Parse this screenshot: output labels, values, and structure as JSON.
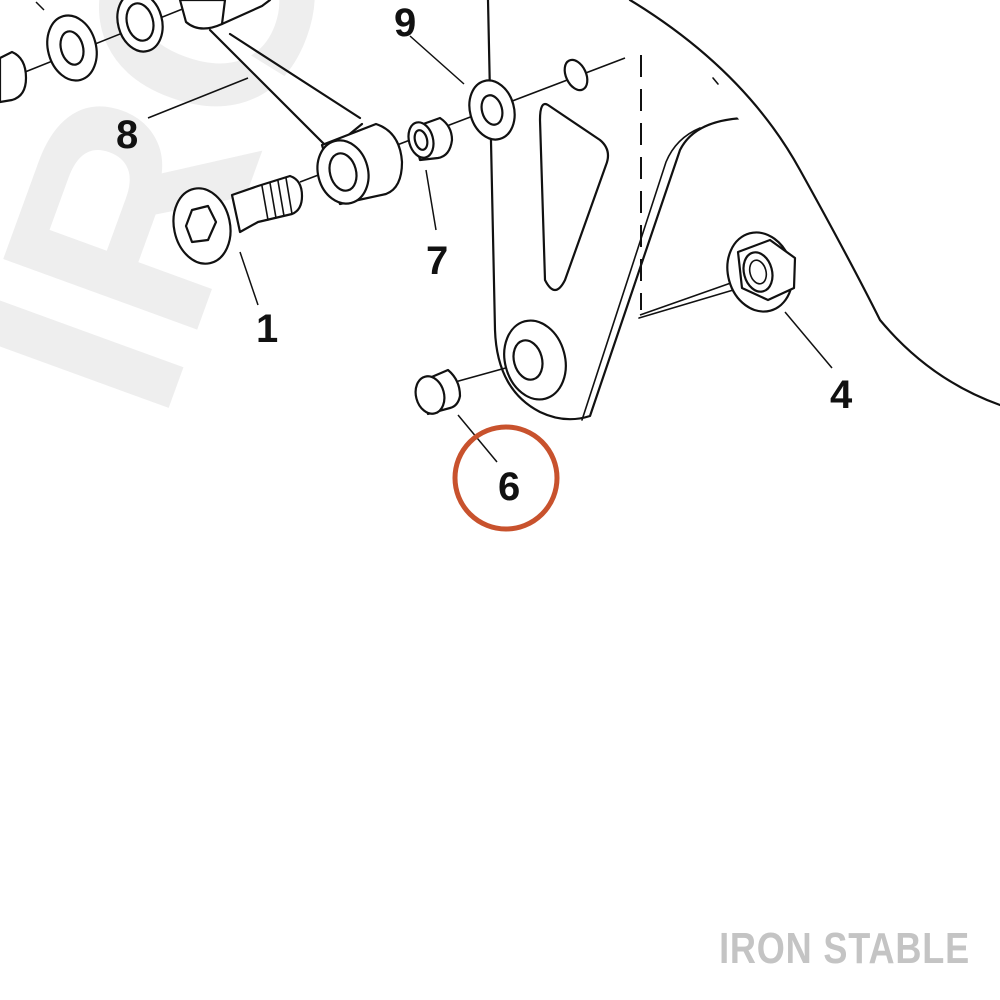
{
  "diagram": {
    "callouts": [
      {
        "id": "1",
        "label": "1"
      },
      {
        "id": "4",
        "label": "4"
      },
      {
        "id": "6",
        "label": "6"
      },
      {
        "id": "7",
        "label": "7"
      },
      {
        "id": "8",
        "label": "8"
      },
      {
        "id": "9",
        "label": "9"
      }
    ],
    "highlighted_callout": "6",
    "highlight_color": "#c8522d"
  },
  "brand": {
    "text": "IRON STABLE",
    "color": "#c4c4c4",
    "watermark": "IRON"
  }
}
